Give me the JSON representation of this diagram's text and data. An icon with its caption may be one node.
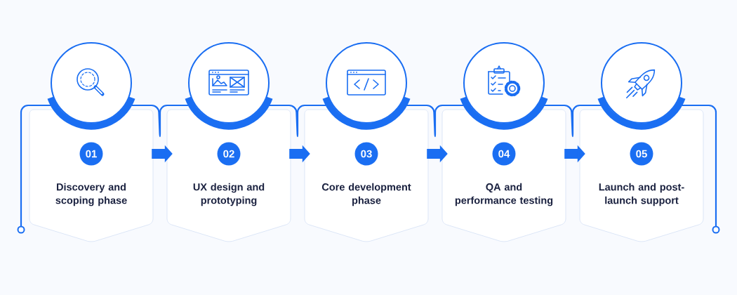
{
  "diagram": {
    "nodes": [
      {
        "text": [
          "01",
          "Discovery and scoping phase"
        ]
      },
      {
        "text": [
          "02",
          "UX design and prototyping"
        ]
      },
      {
        "text": [
          "03",
          "Core development phase"
        ]
      },
      {
        "text": [
          "04",
          "QA and performance testing"
        ]
      },
      {
        "text": [
          "05",
          "Launch and post-launch support"
        ]
      }
    ],
    "edges": [
      {
        "from": 0,
        "to": 1,
        "arrow": "to"
      },
      {
        "from": 1,
        "to": 2,
        "arrow": "to"
      },
      {
        "from": 2,
        "to": 3,
        "arrow": "to"
      },
      {
        "from": 3,
        "to": 4,
        "arrow": "to"
      }
    ]
  }
}
